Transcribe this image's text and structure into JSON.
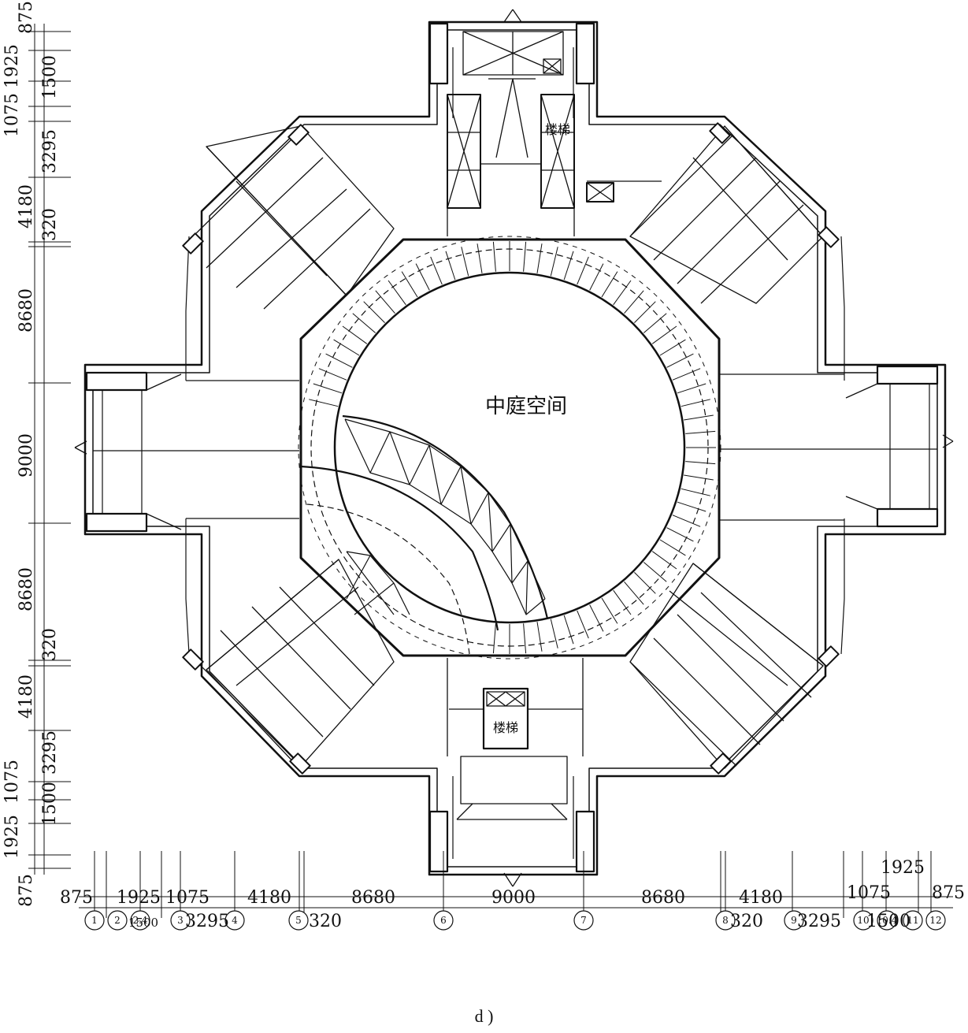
{
  "drawing": {
    "atrium_label": "中庭空间",
    "stair_label_north": "楼梯",
    "stair_label_south": "楼梯",
    "caption": "d )"
  },
  "dimensions": {
    "bottom_upper": [
      "875",
      "1925",
      "1075",
      "4180",
      "8680",
      "9000",
      "8680",
      "4180",
      "1075",
      "1925",
      "875"
    ],
    "bottom_lower": [
      "1500",
      "3295",
      "320",
      "320",
      "3295",
      "1500"
    ],
    "left_outer": [
      "875",
      "1925",
      "1075",
      "4180",
      "8680",
      "9000",
      "8680",
      "4180",
      "1075",
      "1925",
      "875"
    ],
    "left_inner": [
      "1500",
      "3295",
      "320",
      "320",
      "3295",
      "1500"
    ]
  },
  "axes": [
    "1",
    "2",
    "2.4",
    "3",
    "4",
    "5",
    "6",
    "7",
    "8",
    "9",
    "10",
    "10.4",
    "11",
    "12"
  ]
}
